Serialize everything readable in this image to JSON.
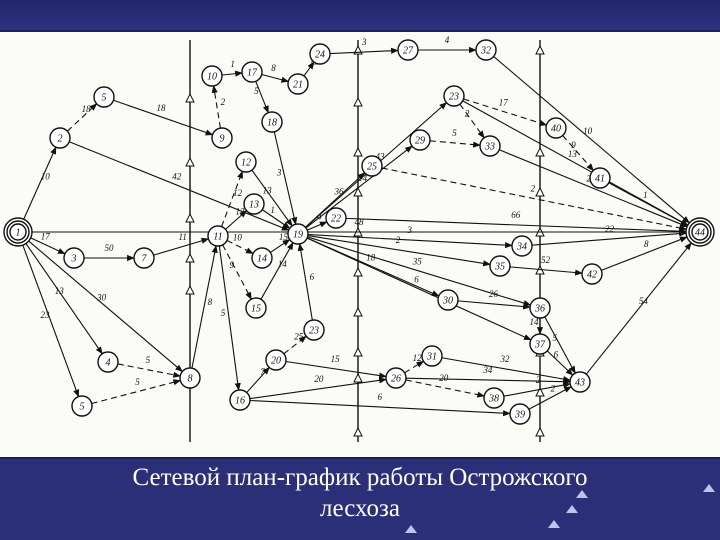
{
  "caption": {
    "line1": "Сетевой план-график работы Острожского",
    "line2": "лесхоза"
  },
  "colors": {
    "slide_background": "#2b2f78",
    "diagram_background": "#fbfbf8",
    "ink": "#111111",
    "caption_text": "#ffffff"
  },
  "diagram": {
    "nodes": [
      {
        "id": "start",
        "label": "1"
      },
      {
        "id": "2",
        "label": "2"
      },
      {
        "id": "3",
        "label": "3"
      },
      {
        "id": "4",
        "label": "4"
      },
      {
        "id": "5a",
        "label": "5"
      },
      {
        "id": "5b",
        "label": "5"
      },
      {
        "id": "7",
        "label": "7"
      },
      {
        "id": "8",
        "label": "8"
      },
      {
        "id": "9",
        "label": "9"
      },
      {
        "id": "10",
        "label": "10"
      },
      {
        "id": "11",
        "label": "11"
      },
      {
        "id": "12",
        "label": "12"
      },
      {
        "id": "13",
        "label": "13"
      },
      {
        "id": "14",
        "label": "14"
      },
      {
        "id": "15",
        "label": "15"
      },
      {
        "id": "16",
        "label": "16"
      },
      {
        "id": "17",
        "label": "17"
      },
      {
        "id": "18",
        "label": "18"
      },
      {
        "id": "19",
        "label": "19"
      },
      {
        "id": "20",
        "label": "20"
      },
      {
        "id": "21",
        "label": "21"
      },
      {
        "id": "22",
        "label": "22"
      },
      {
        "id": "23",
        "label": "23"
      },
      {
        "id": "23b",
        "label": "23"
      },
      {
        "id": "24",
        "label": "24"
      },
      {
        "id": "25",
        "label": "25"
      },
      {
        "id": "26",
        "label": "26"
      },
      {
        "id": "27",
        "label": "27"
      },
      {
        "id": "29",
        "label": "29"
      },
      {
        "id": "30",
        "label": "30"
      },
      {
        "id": "31",
        "label": "31"
      },
      {
        "id": "32",
        "label": "32"
      },
      {
        "id": "33",
        "label": "33"
      },
      {
        "id": "34",
        "label": "34"
      },
      {
        "id": "35",
        "label": "35"
      },
      {
        "id": "36",
        "label": "36"
      },
      {
        "id": "37",
        "label": "37"
      },
      {
        "id": "38",
        "label": "38"
      },
      {
        "id": "39",
        "label": "39"
      },
      {
        "id": "40",
        "label": "40"
      },
      {
        "id": "41",
        "label": "41"
      },
      {
        "id": "42",
        "label": "42"
      },
      {
        "id": "43",
        "label": "43"
      },
      {
        "id": "end",
        "label": "44"
      }
    ],
    "edge_labels": [
      "18",
      "42",
      "48",
      "17",
      "50",
      "11",
      "10",
      "23",
      "13",
      "30",
      "5",
      "2",
      "1",
      "10",
      "5",
      "8",
      "11",
      "3",
      "20",
      "4",
      "10",
      "43",
      "20",
      "14",
      "36",
      "31",
      "19",
      "2",
      "4",
      "36",
      "3",
      "3",
      "27",
      "31",
      "34",
      "6",
      "25",
      "10",
      "15",
      "1",
      "17",
      "20",
      "6",
      "9",
      "66",
      "3",
      "2",
      "52",
      "18",
      "26",
      "35",
      "6",
      "32",
      "34",
      "20",
      "2",
      "8",
      "14",
      "6",
      "5",
      "2",
      "4",
      "54",
      "27",
      "9",
      "25",
      "19",
      "1",
      "22",
      "8",
      "1",
      "13",
      "12",
      "12",
      "15",
      "10",
      "9",
      "14",
      "13",
      "5",
      "12",
      "5",
      "7"
    ]
  }
}
